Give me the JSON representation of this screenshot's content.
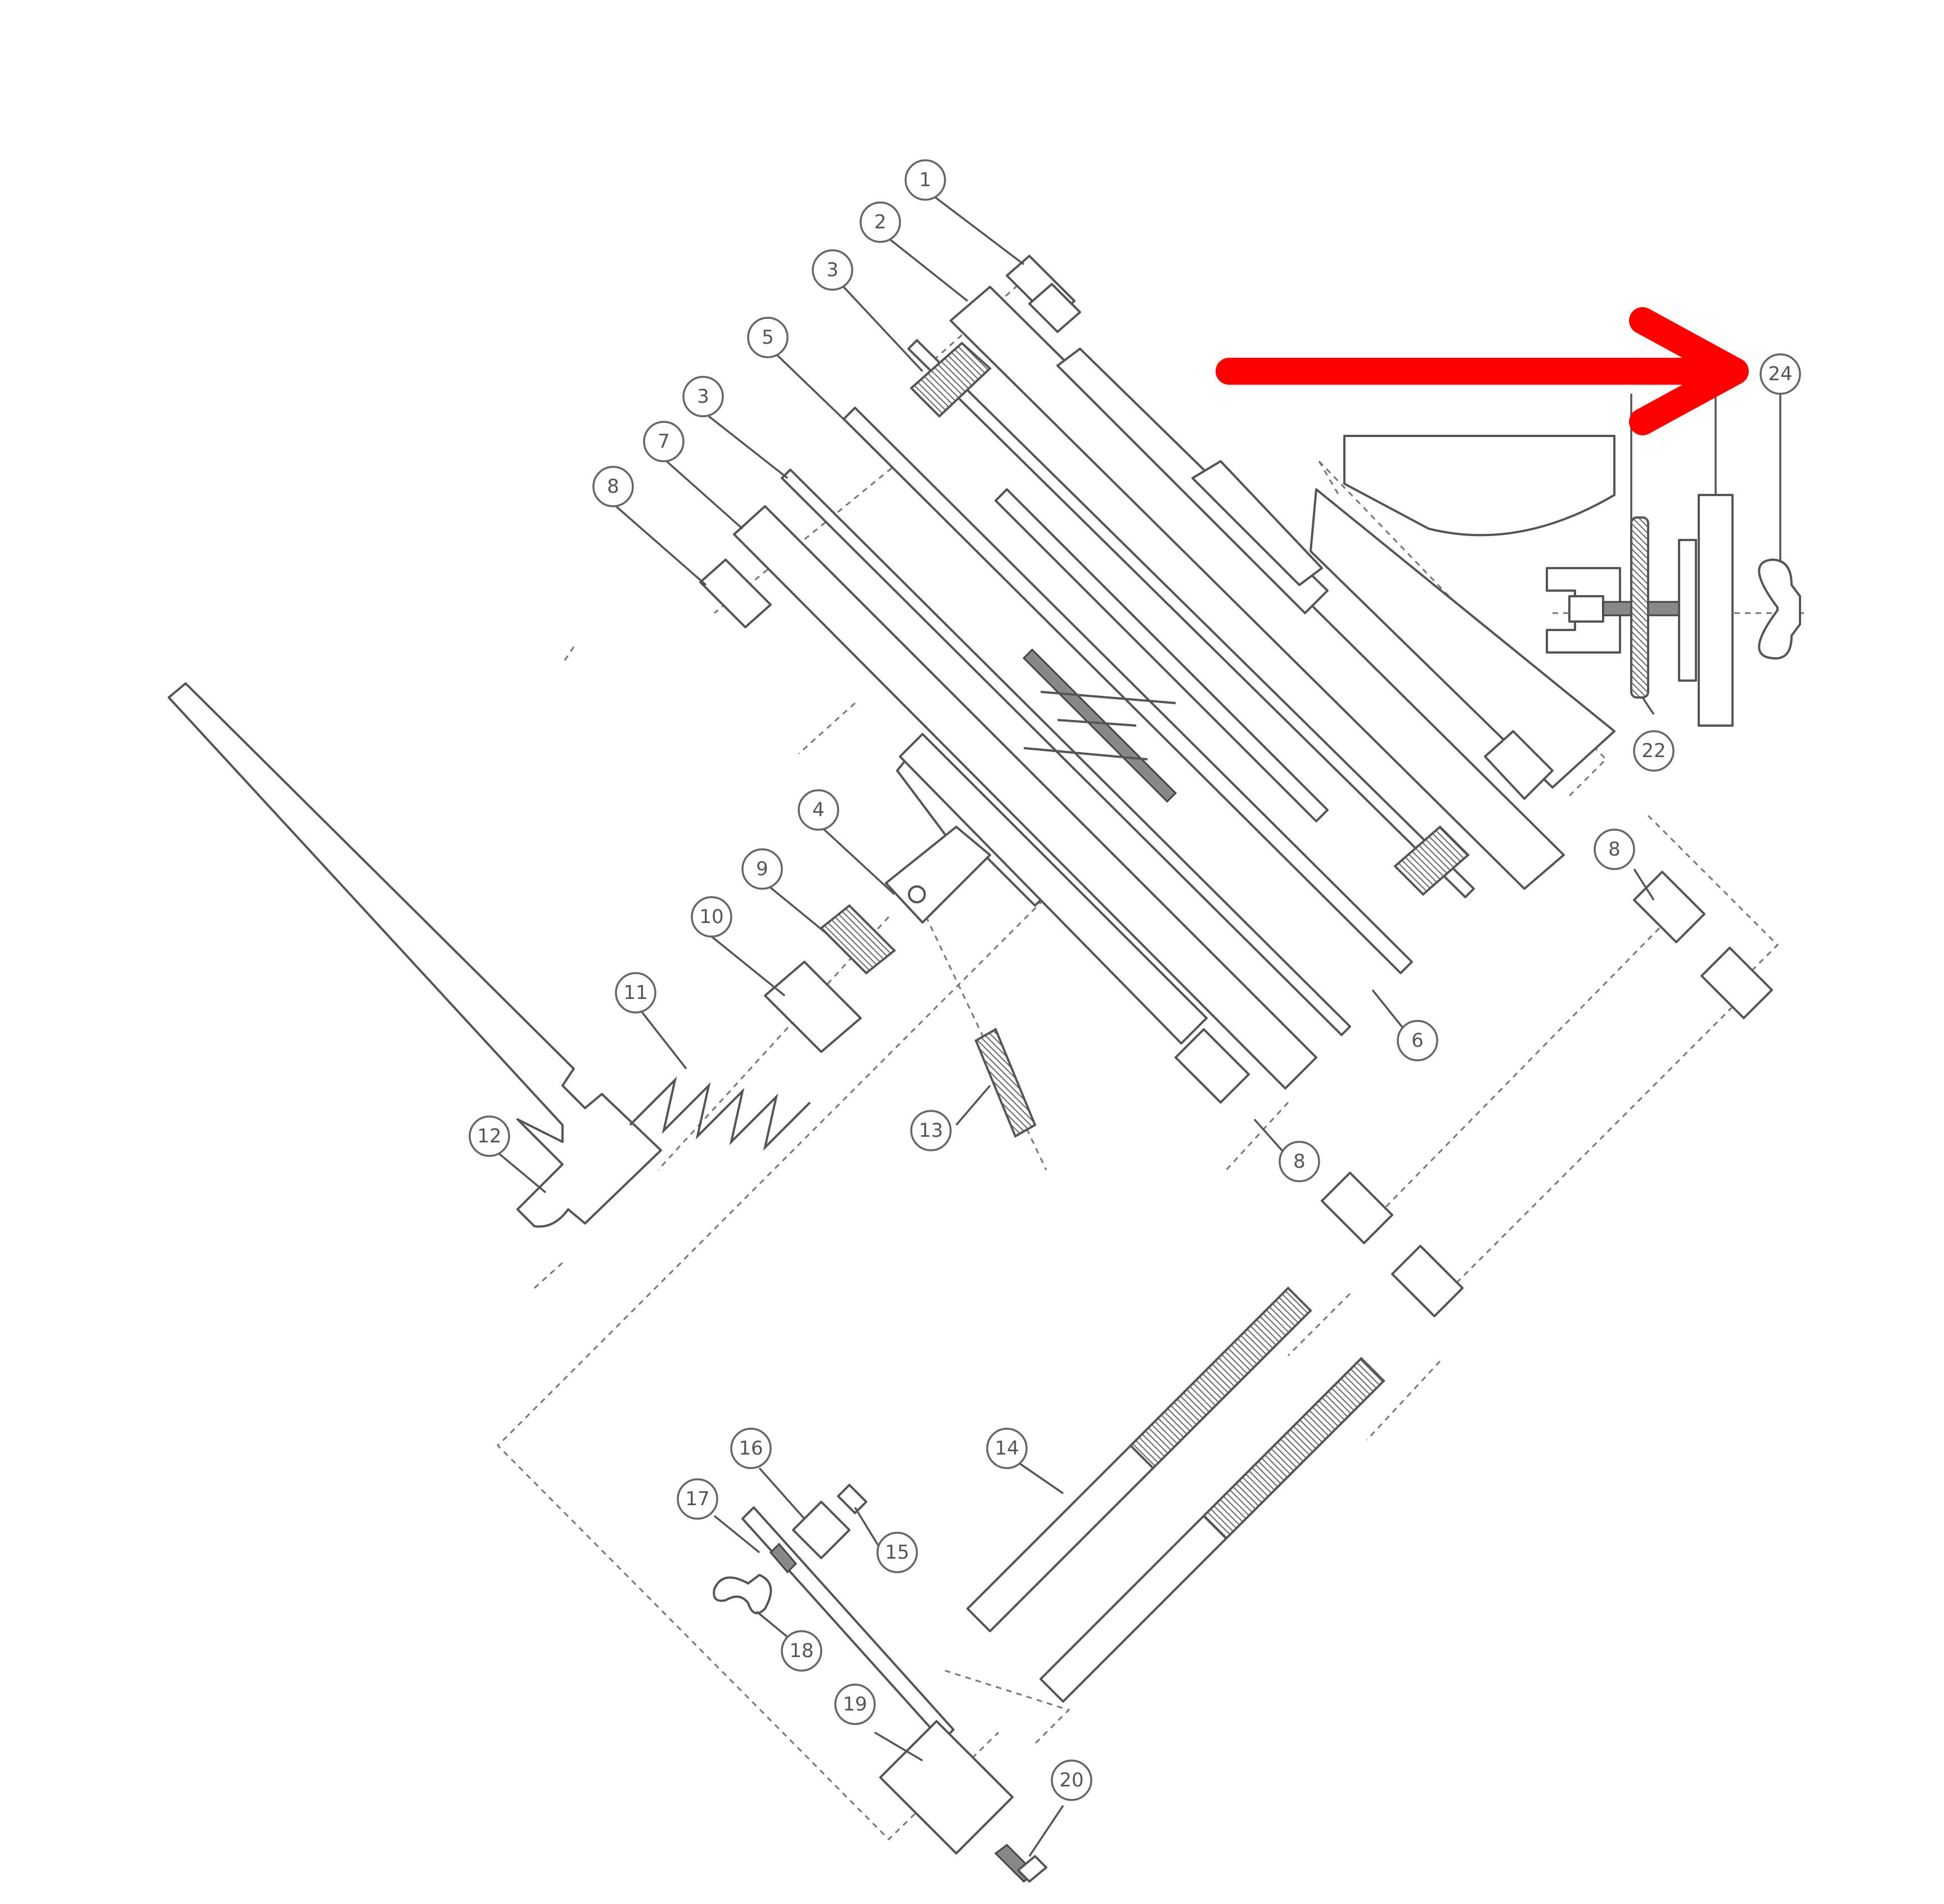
{
  "diagram": {
    "callouts": [
      {
        "id": "c1",
        "label": "1"
      },
      {
        "id": "c2",
        "label": "2"
      },
      {
        "id": "c3a",
        "label": "3"
      },
      {
        "id": "c5",
        "label": "5"
      },
      {
        "id": "c3b",
        "label": "3"
      },
      {
        "id": "c7",
        "label": "7"
      },
      {
        "id": "c8a",
        "label": "8"
      },
      {
        "id": "c4",
        "label": "4"
      },
      {
        "id": "c9",
        "label": "9"
      },
      {
        "id": "c10",
        "label": "10"
      },
      {
        "id": "c11",
        "label": "11"
      },
      {
        "id": "c12",
        "label": "12"
      },
      {
        "id": "c13",
        "label": "13"
      },
      {
        "id": "c6",
        "label": "6"
      },
      {
        "id": "c8b",
        "label": "8"
      },
      {
        "id": "c8c",
        "label": "8"
      },
      {
        "id": "c22",
        "label": "22"
      },
      {
        "id": "c24",
        "label": "24"
      },
      {
        "id": "c14",
        "label": "14"
      },
      {
        "id": "c16",
        "label": "16"
      },
      {
        "id": "c15",
        "label": "15"
      },
      {
        "id": "c17",
        "label": "17"
      },
      {
        "id": "c18",
        "label": "18"
      },
      {
        "id": "c19",
        "label": "19"
      },
      {
        "id": "c20",
        "label": "20"
      }
    ],
    "arrow_color": "#ff0000"
  }
}
